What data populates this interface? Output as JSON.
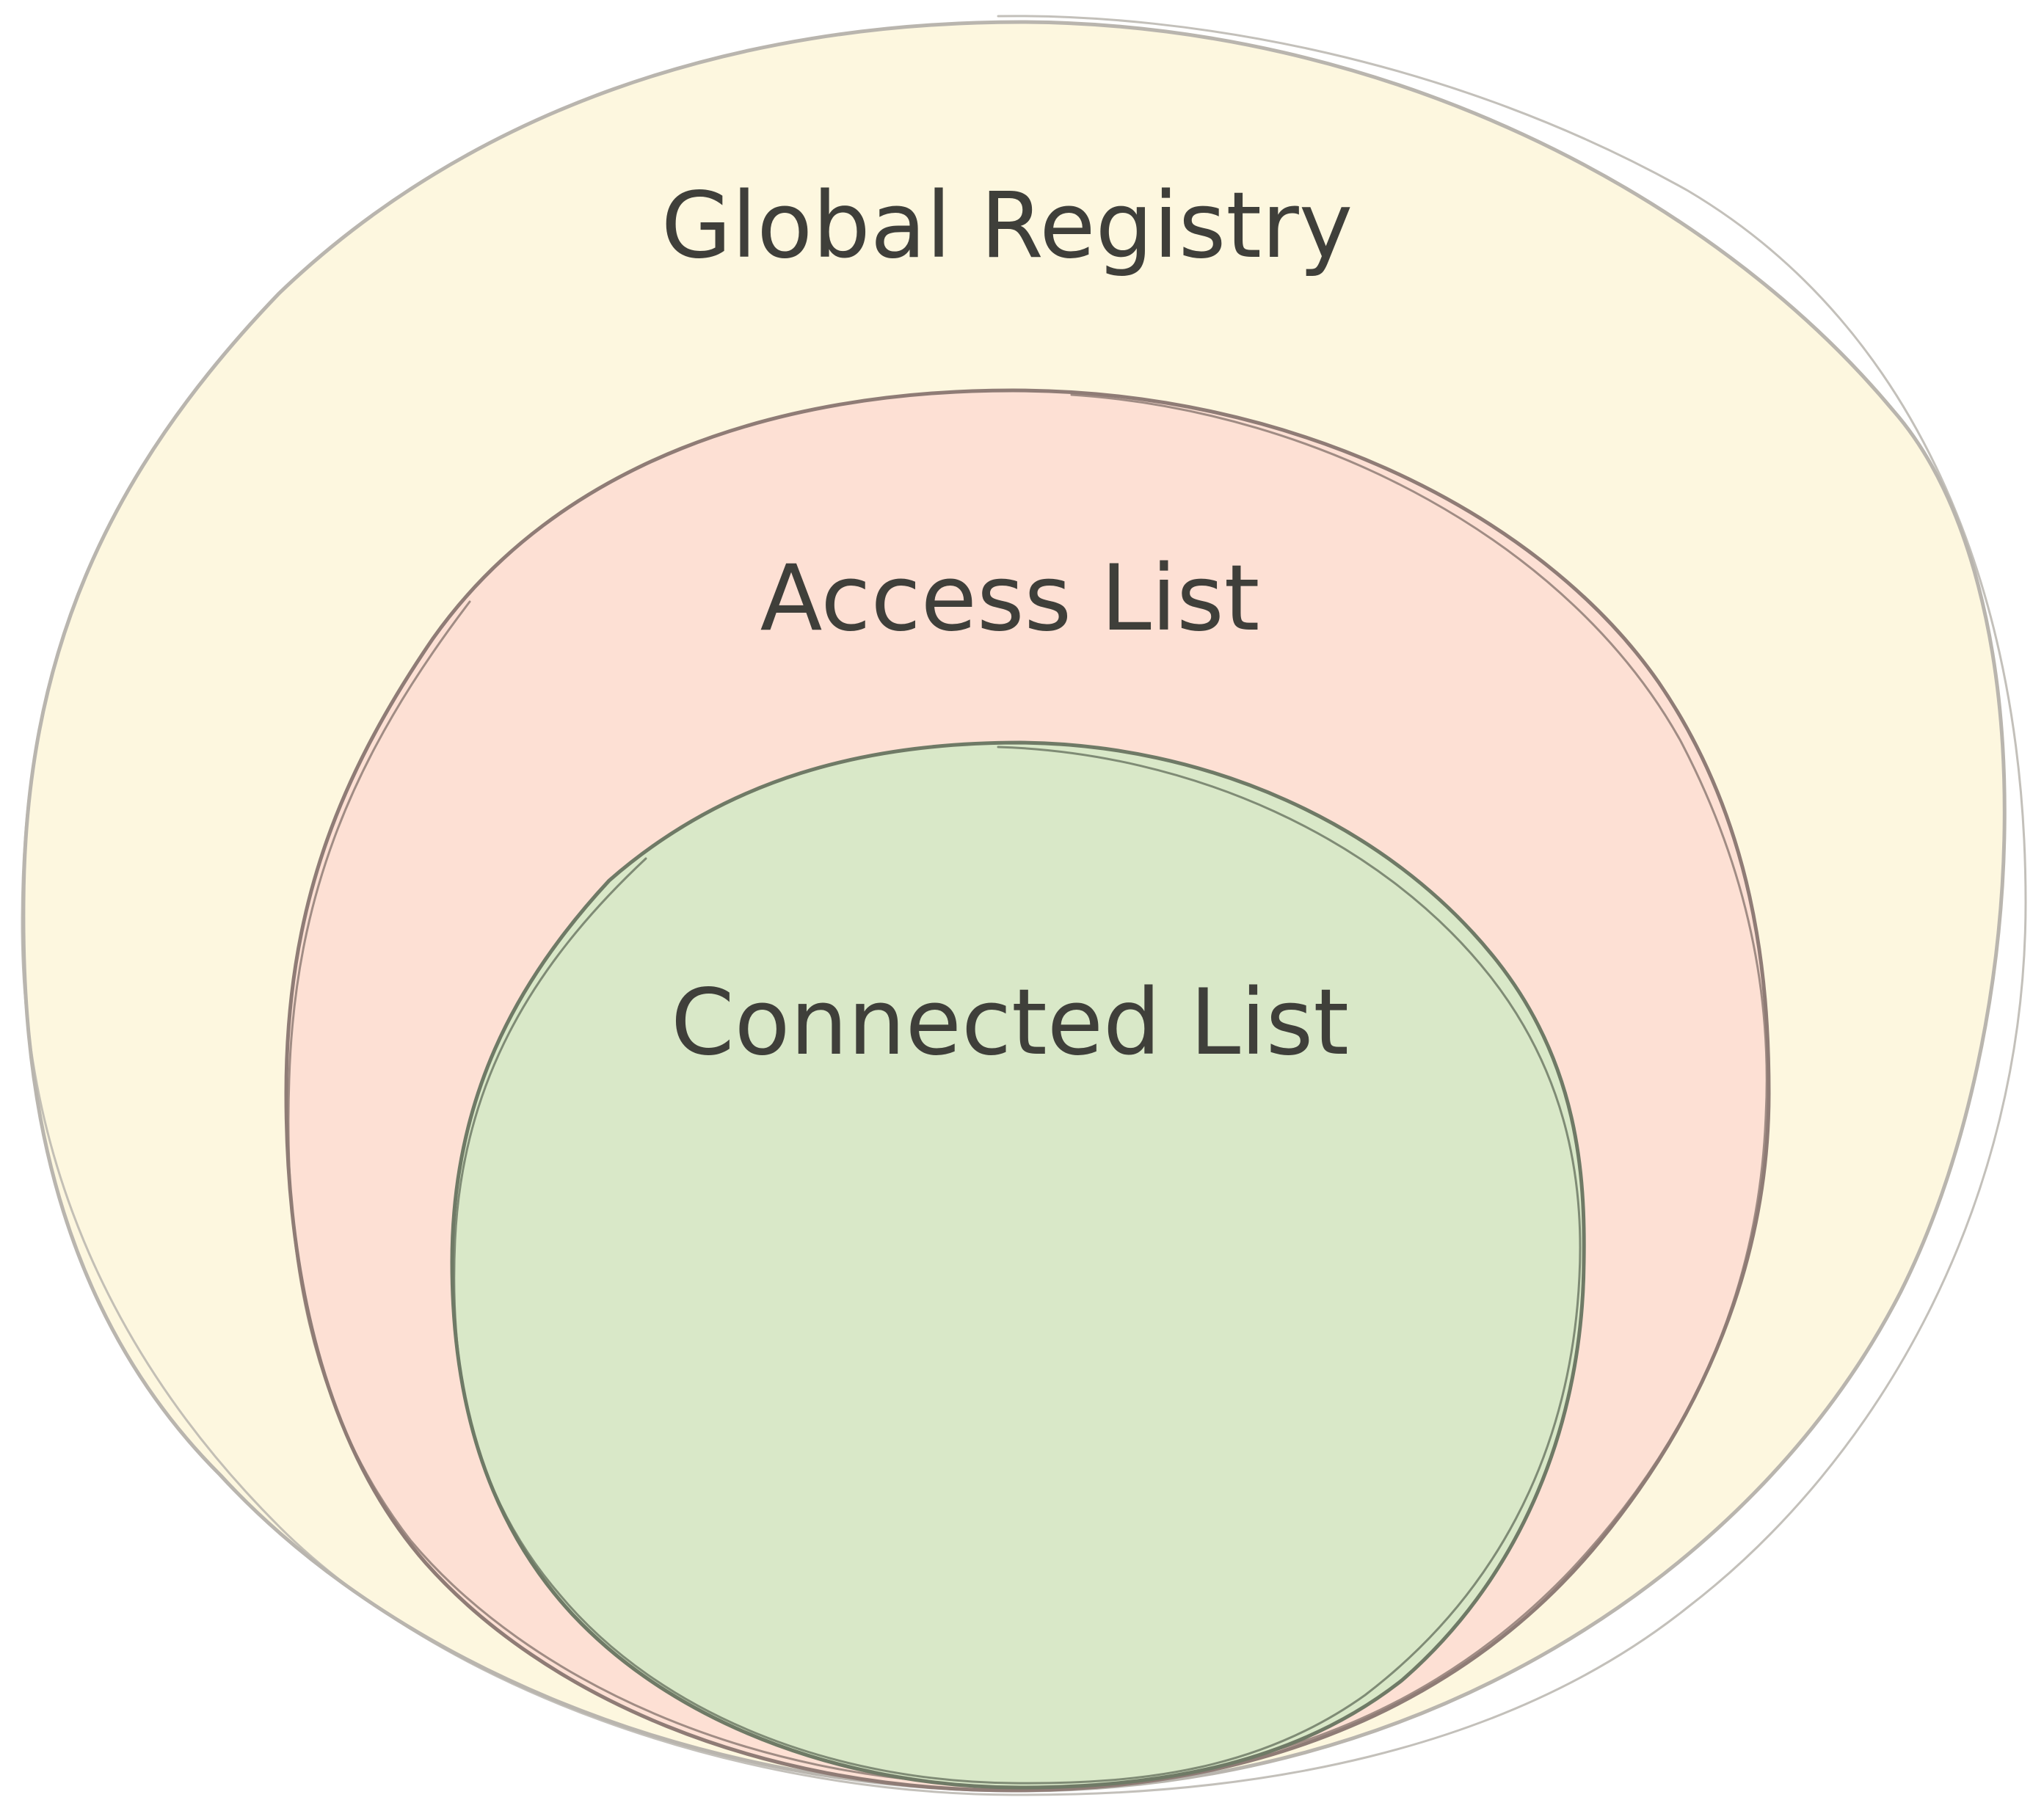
{
  "diagram": {
    "rings": [
      {
        "label": "Global Registry",
        "fill": "#fdf7df",
        "stroke": "#b9b5ae"
      },
      {
        "label": "Access List",
        "fill": "#fde0d4",
        "stroke": "#8f7c76"
      },
      {
        "label": "Connected List",
        "fill": "#d9e8c8",
        "stroke": "#6f7a66"
      }
    ]
  }
}
